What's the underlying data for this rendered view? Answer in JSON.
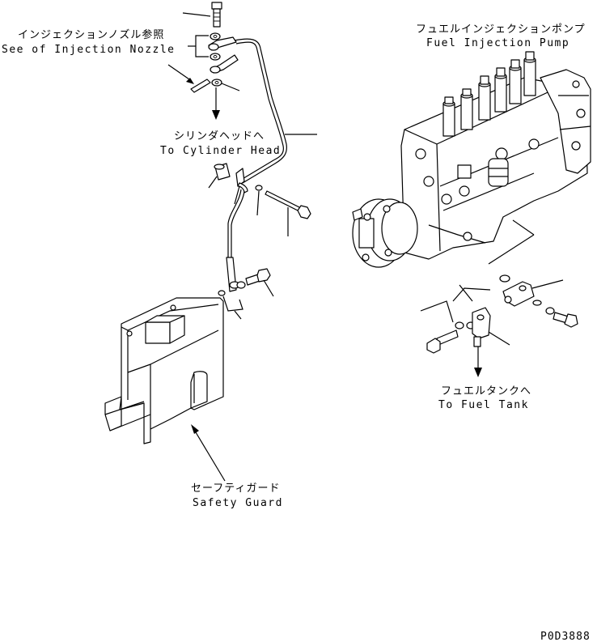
{
  "labels": {
    "injection_nozzle_jp": "インジェクションノズル参照",
    "injection_nozzle_en": "See of Injection Nozzle",
    "fuel_injection_pump_jp": "フュエルインジェクションポンプ",
    "fuel_injection_pump_en": "Fuel Injection Pump",
    "cylinder_head_jp": "シリンダヘッドへ",
    "cylinder_head_en": "To Cylinder Head",
    "fuel_tank_jp": "フュエルタンクへ",
    "fuel_tank_en": "To Fuel Tank",
    "safety_guard_jp": "セーフティガード",
    "safety_guard_en": "Safety Guard",
    "drawing_code": "P0D3888"
  },
  "colors": {
    "line": "#000000",
    "background": "#ffffff"
  }
}
